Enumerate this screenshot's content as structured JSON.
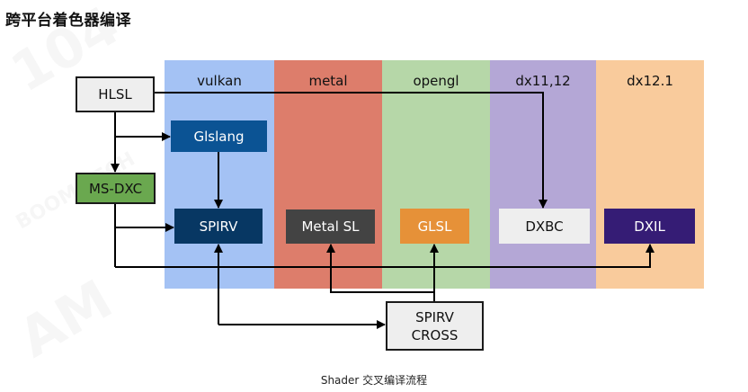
{
  "title": "跨平台着色器编译",
  "caption": "Shader 交叉编译流程",
  "columns": [
    {
      "label": "vulkan",
      "color": "#a4c2f4"
    },
    {
      "label": "metal",
      "color": "#dd7d6b"
    },
    {
      "label": "opengl",
      "color": "#b6d7a8"
    },
    {
      "label": "dx11,12",
      "color": "#b4a7d6"
    },
    {
      "label": "dx12.1",
      "color": "#f9cb9c"
    }
  ],
  "nodes": {
    "hlsl": {
      "label": "HLSL",
      "bg": "#eeeeee",
      "fg": "#111111"
    },
    "ms_dxc": {
      "label": "MS-DXC",
      "bg": "#6aa84f",
      "fg": "#111111"
    },
    "glslang": {
      "label": "Glslang",
      "bg": "#0b5394",
      "fg": "#ffffff"
    },
    "spirv": {
      "label": "SPIRV",
      "bg": "#073763",
      "fg": "#ffffff"
    },
    "metal_sl": {
      "label": "Metal SL",
      "bg": "#434343",
      "fg": "#ffffff"
    },
    "glsl": {
      "label": "GLSL",
      "bg": "#e69138",
      "fg": "#ffffff"
    },
    "dxbc": {
      "label": "DXBC",
      "bg": "#eeeeee",
      "fg": "#111111"
    },
    "dxil": {
      "label": "DXIL",
      "bg": "#351c75",
      "fg": "#ffffff"
    },
    "spirv_cross": {
      "label_line1": "SPIRV",
      "label_line2": "CROSS",
      "bg": "#eeeeee",
      "fg": "#111111"
    }
  },
  "edges": [
    {
      "from": "HLSL",
      "to": "Glslang"
    },
    {
      "from": "HLSL",
      "to": "MS-DXC"
    },
    {
      "from": "HLSL",
      "to": "DXBC"
    },
    {
      "from": "Glslang",
      "to": "SPIRV"
    },
    {
      "from": "MS-DXC",
      "to": "SPIRV"
    },
    {
      "from": "MS-DXC",
      "to": "DXIL"
    },
    {
      "from": "SPIRV",
      "to": "SPIRV CROSS",
      "bidirectional": true
    },
    {
      "from": "SPIRV CROSS",
      "to": "Metal SL"
    },
    {
      "from": "SPIRV CROSS",
      "to": "GLSL"
    }
  ]
}
